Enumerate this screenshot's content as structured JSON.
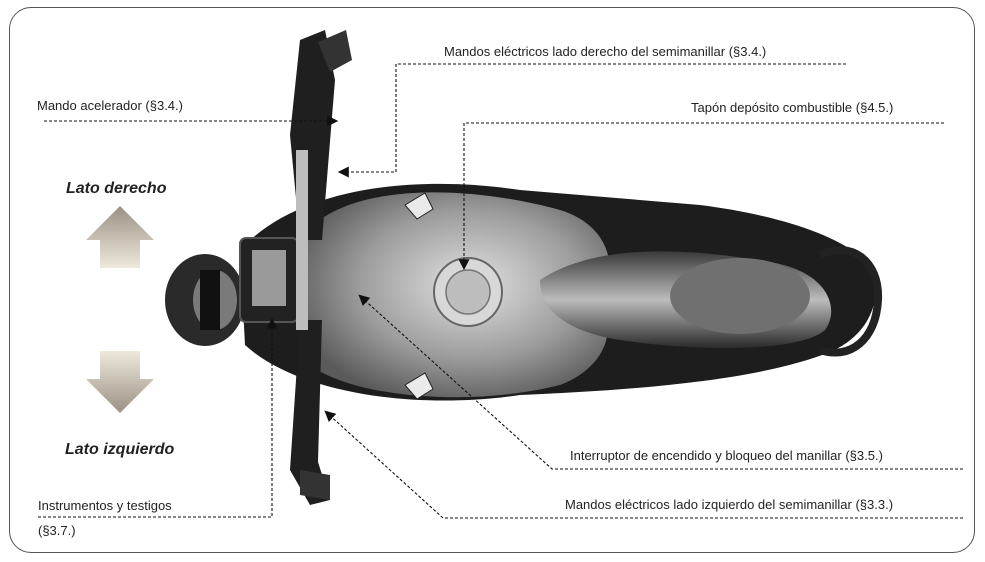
{
  "labels": {
    "throttle": "Mando acelerador (§3.4.)",
    "right_controls": "Mandos eléctricos lado derecho del semimanillar (§3.4.)",
    "fuel_cap": "Tapón depósito combustible (§4.5.)",
    "ignition": "Interruptor de encendido y bloqueo del manillar (§3.5.)",
    "left_controls": "Mandos eléctricos lado izquierdo del semimanillar (§3.3.)",
    "instruments_line1": "Instrumentos y testigos",
    "instruments_line2": "(§3.7.)"
  },
  "sides": {
    "right": "Lato derecho",
    "left": "Lato izquierdo"
  },
  "colors": {
    "arrow_light": "#e8e1d2",
    "arrow_dark": "#a0978a",
    "bike_dark": "#1c1c1c",
    "bike_mid": "#8a8a8a",
    "bike_light": "#c9c9c9"
  }
}
